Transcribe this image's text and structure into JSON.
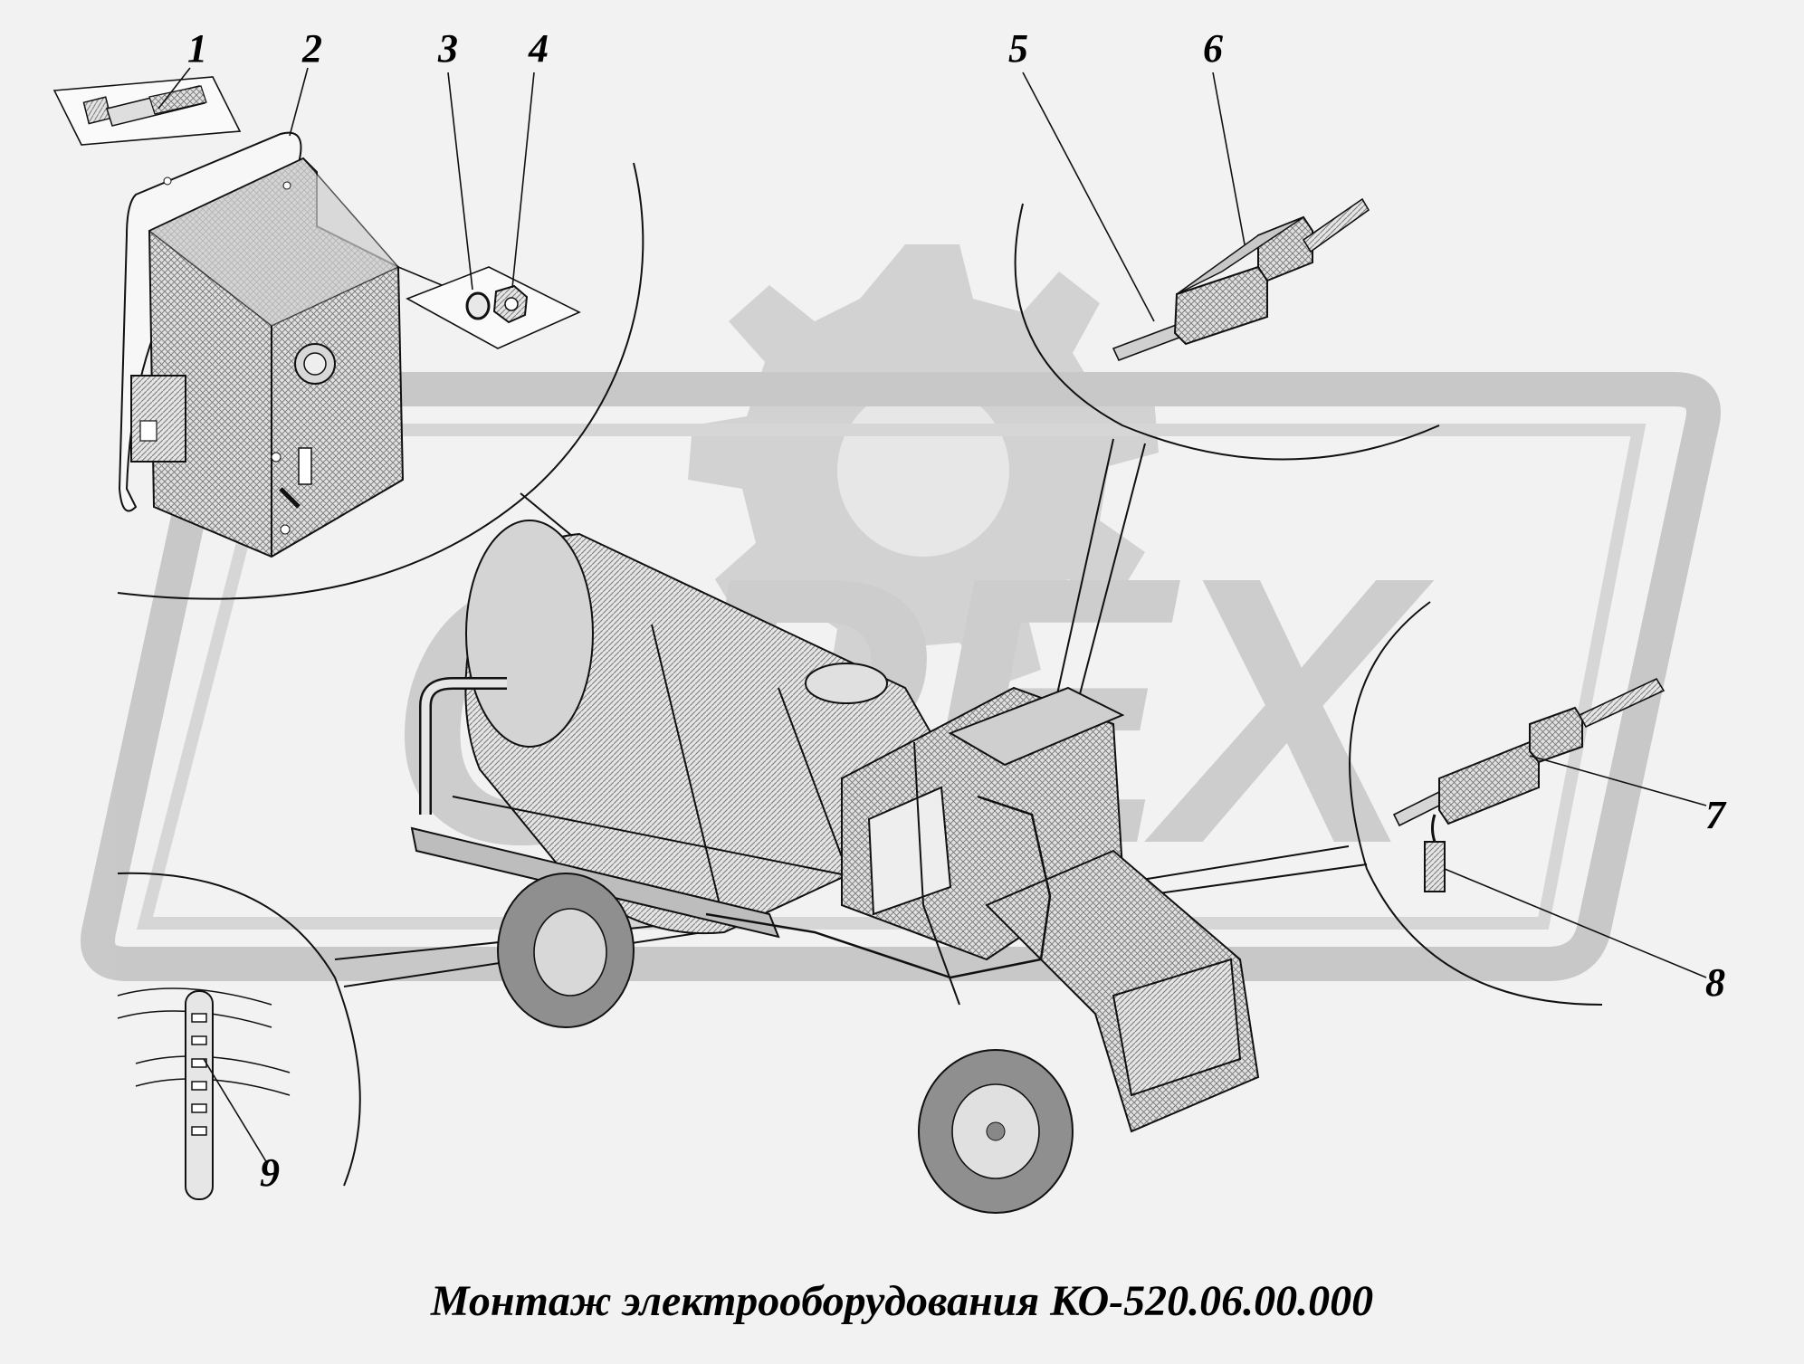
{
  "diagram": {
    "caption": "Монтаж электрооборудования КО-520.06.00.000",
    "callouts": [
      {
        "id": "1",
        "label": "1"
      },
      {
        "id": "2",
        "label": "2"
      },
      {
        "id": "3",
        "label": "3"
      },
      {
        "id": "4",
        "label": "4"
      },
      {
        "id": "5",
        "label": "5"
      },
      {
        "id": "6",
        "label": "6"
      },
      {
        "id": "7",
        "label": "7"
      },
      {
        "id": "8",
        "label": "8"
      },
      {
        "id": "9",
        "label": "9"
      }
    ],
    "watermark": {
      "text": "OPEX"
    },
    "colors": {
      "background": "#f2f2f2",
      "watermark": "#c4c4c4",
      "line": "#111111",
      "fill_light": "#d9d9d9",
      "fill_dark": "#8a8a8a"
    }
  }
}
